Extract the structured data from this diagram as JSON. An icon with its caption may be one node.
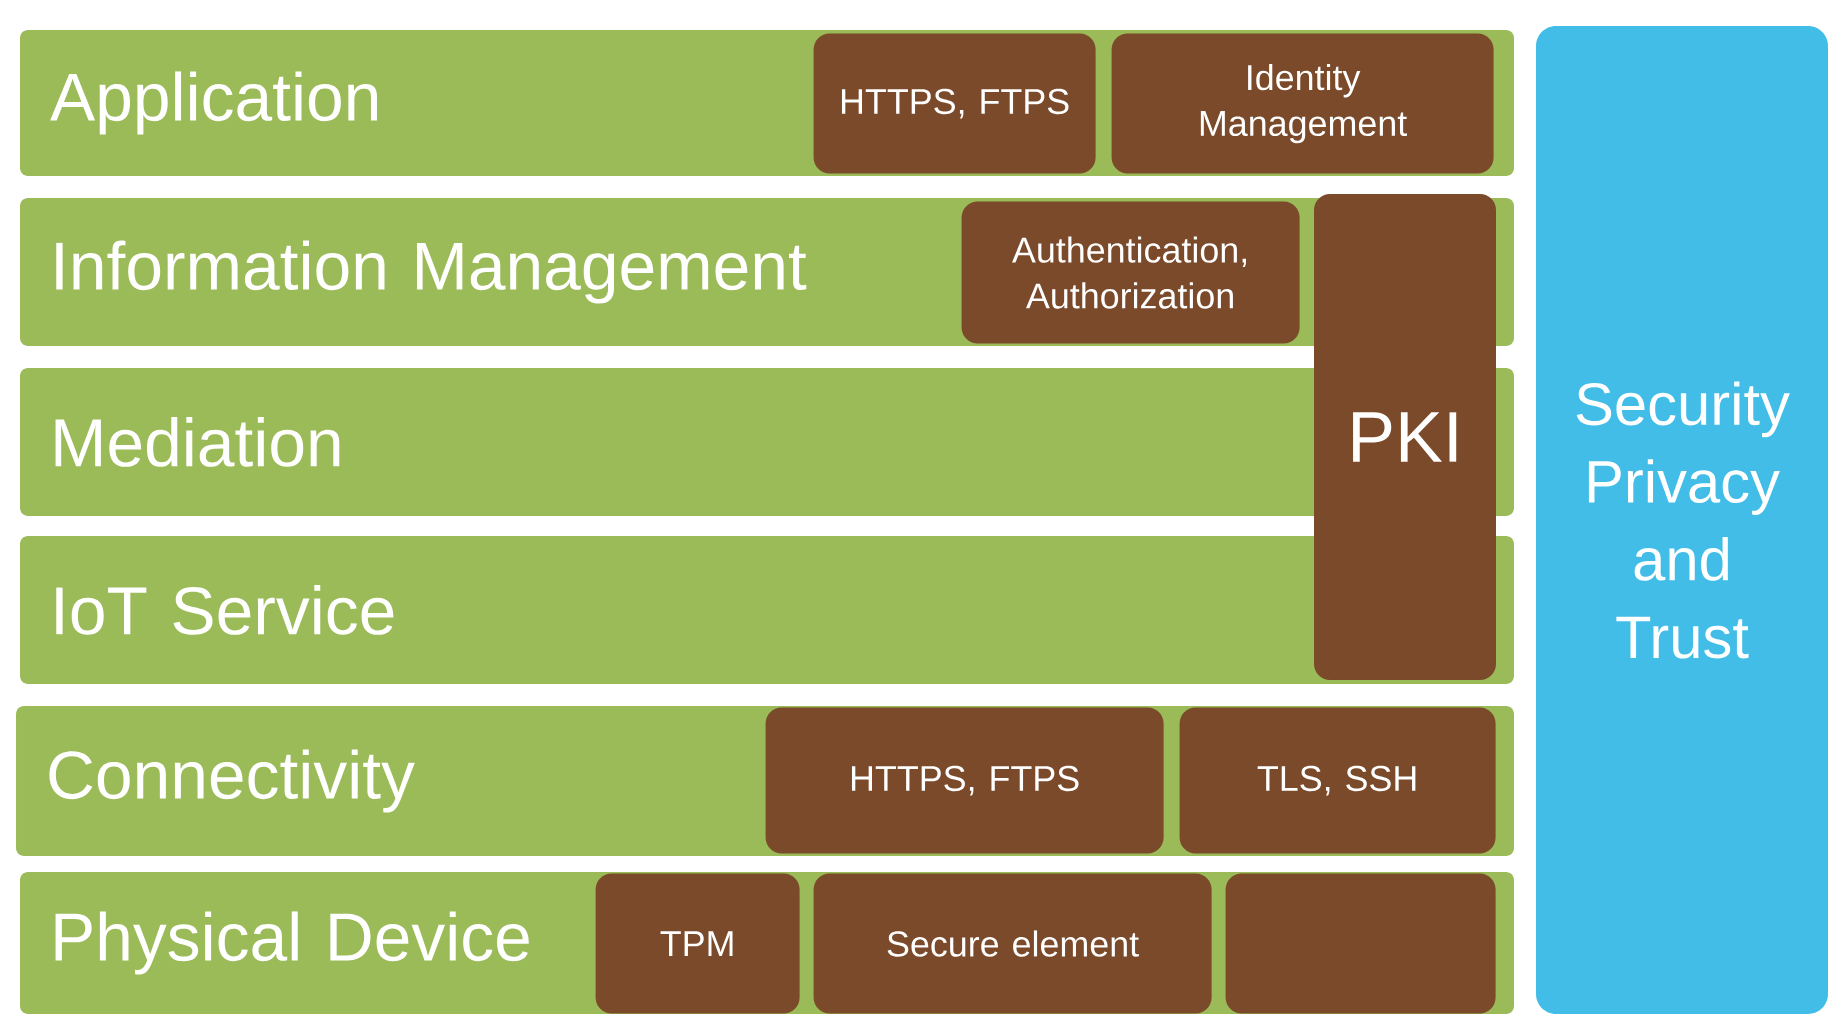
{
  "diagram": {
    "nodes": [
      {
        "text": [
          "Application"
        ]
      },
      {
        "text": [
          "HTTPS, FTPS"
        ],
        "in": 0
      },
      {
        "text": [
          "Identity Management"
        ],
        "in": 0
      },
      {
        "text": [
          "Information Management"
        ]
      },
      {
        "text": [
          "Authentication, Authorization"
        ],
        "in": 3
      },
      {
        "text": [
          "PKI"
        ]
      },
      {
        "text": [
          "Mediation"
        ]
      },
      {
        "text": [
          "IoT Service"
        ]
      },
      {
        "text": [
          "Connectivity"
        ]
      },
      {
        "text": [
          "HTTPS, FTPS"
        ],
        "in": 8
      },
      {
        "text": [
          "TLS, SSH"
        ],
        "in": 8
      },
      {
        "text": [
          "Physical Device"
        ]
      },
      {
        "text": [
          "TPM"
        ],
        "in": 11
      },
      {
        "text": [
          "Secure element"
        ],
        "in": 11
      },
      {
        "text": [],
        "shape": "box",
        "in": 11
      },
      {
        "text": [
          "Security Privacy and Trust"
        ]
      }
    ]
  }
}
